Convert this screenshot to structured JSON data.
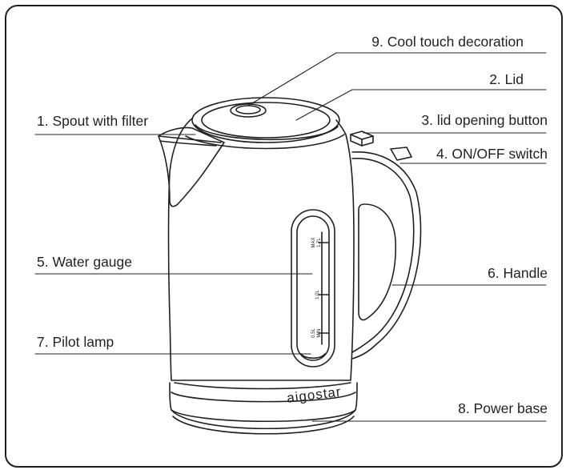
{
  "labels": {
    "cool_touch": "9. Cool touch decoration",
    "lid": "2. Lid",
    "spout": "1. Spout with filter",
    "lid_button": "3. lid opening button",
    "on_off": "4. ON/OFF switch",
    "water_gauge": "5. Water gauge",
    "handle": "6. Handle",
    "pilot_lamp": "7. Pilot lamp",
    "power_base": "8. Power base"
  },
  "gauge": {
    "max": "MAX",
    "max_volume": "1.7L",
    "mid_volume": "1.0L",
    "min_volume": "0.5L",
    "min": "MIN"
  },
  "brand": "aigostar",
  "colors": {
    "line": "#231f20",
    "background": "#ffffff"
  }
}
